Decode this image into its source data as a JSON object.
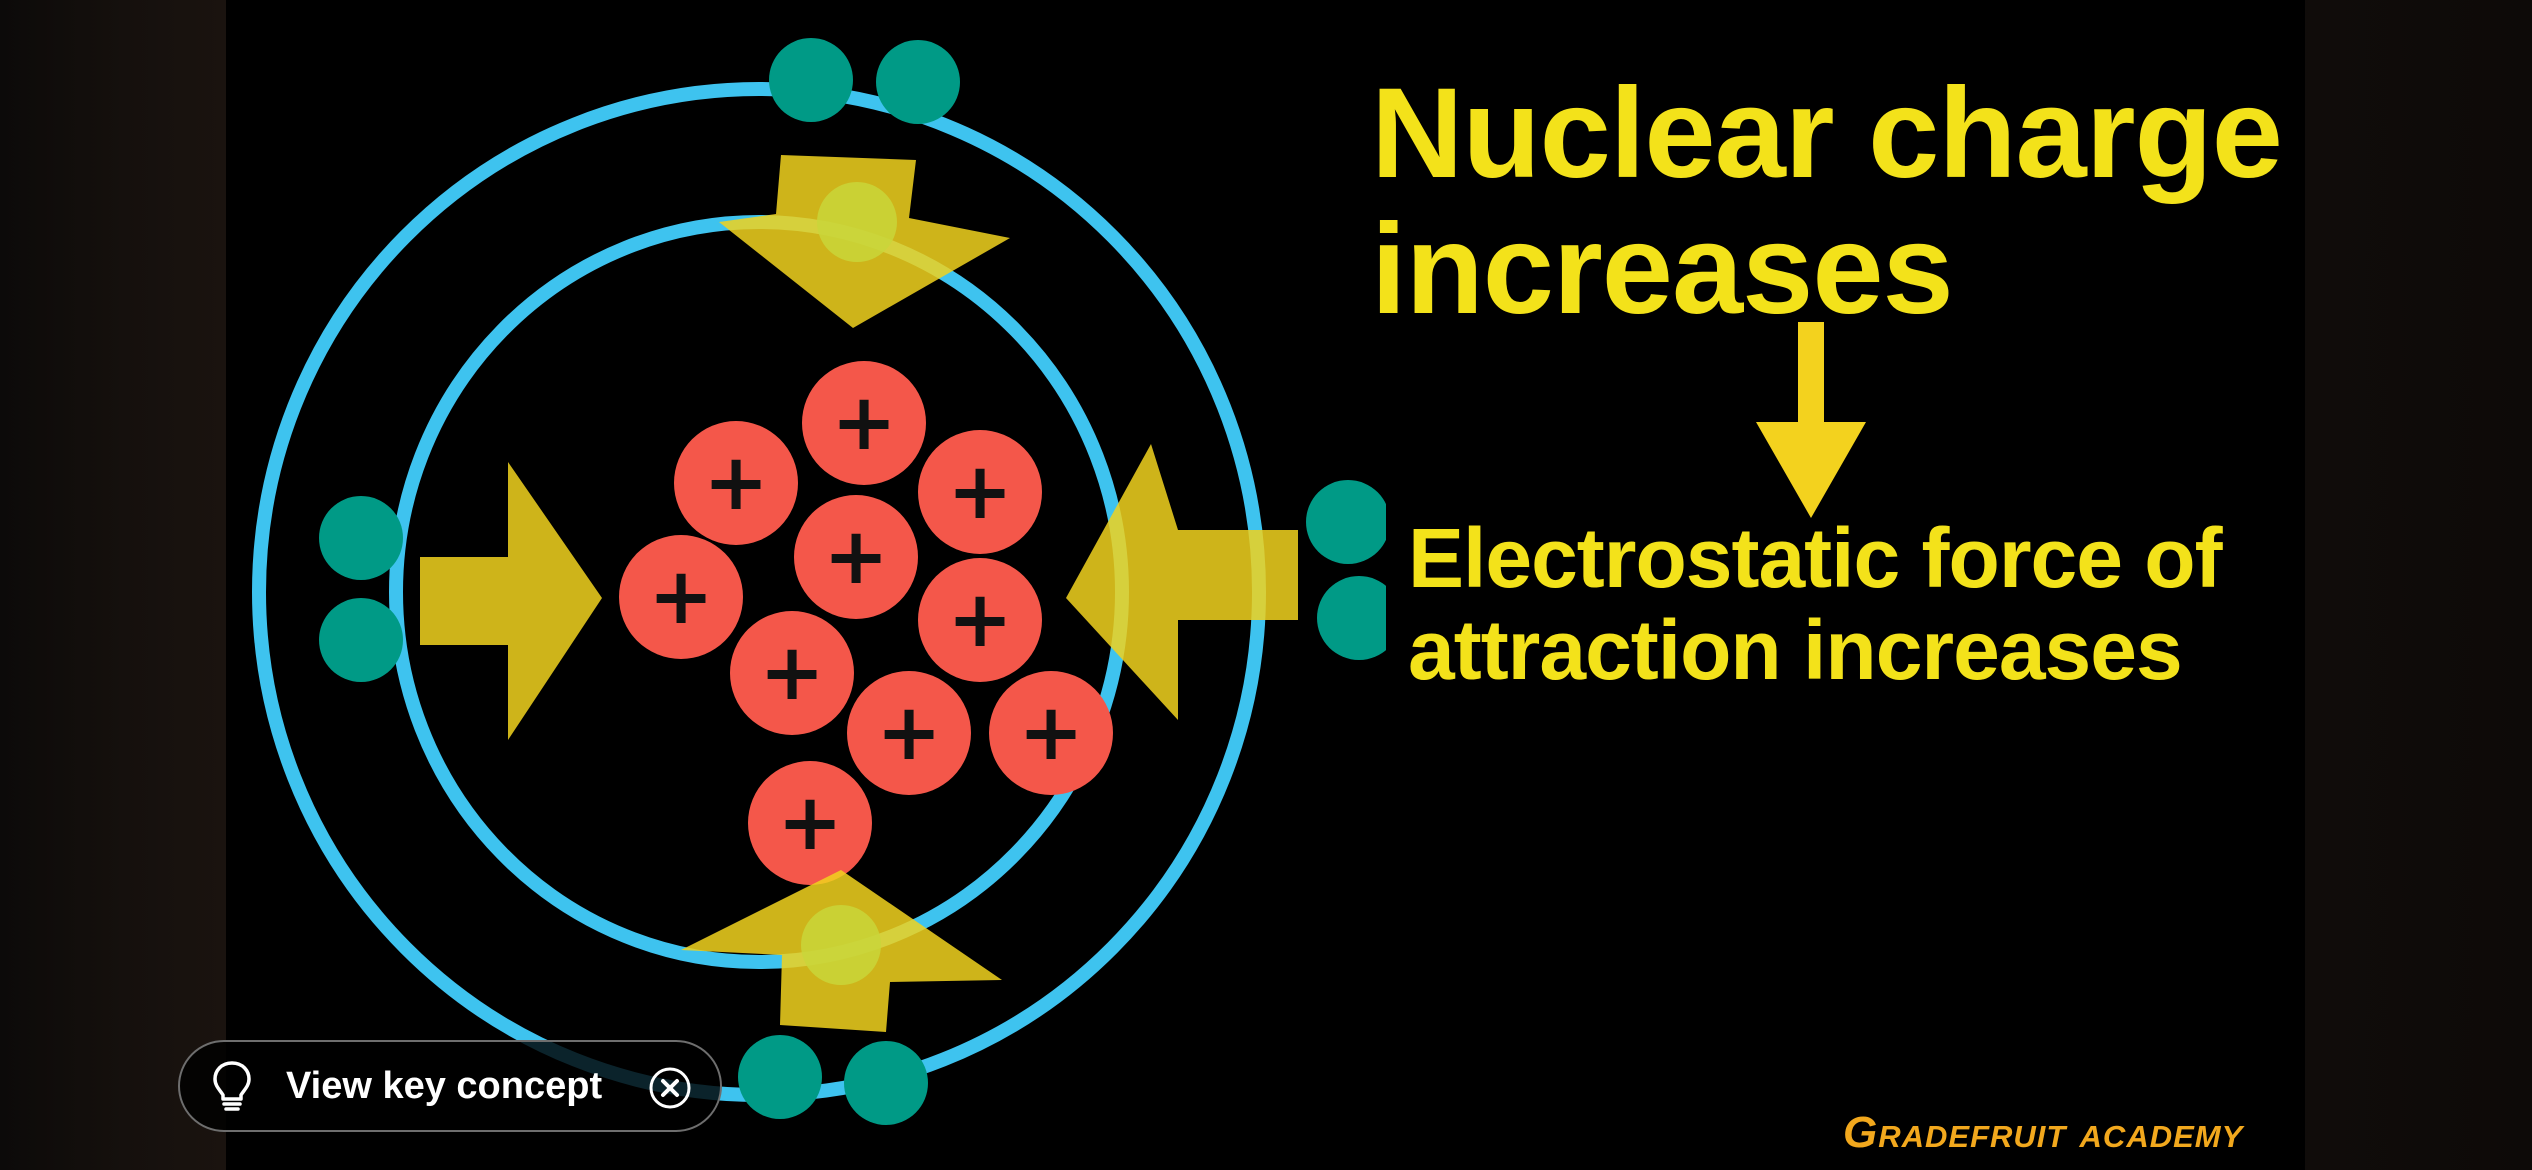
{
  "slide": {
    "headline_line1": "Nuclear charge",
    "headline_line2": "increases",
    "subline_line1": "Electrostatic force of",
    "subline_line2": "attraction increases",
    "brand": "Gradefruit academy",
    "nucleus_symbol": "+"
  },
  "overlay": {
    "key_concept_label": "View key concept",
    "bulb_icon": "lightbulb-icon",
    "close_icon": "close-icon"
  },
  "colors": {
    "shell": "#3ec3ef",
    "electron": "#009a86",
    "proton": "#f4574a",
    "arrow": "#f0d21e",
    "headline": "#f3e21a",
    "brand": "#f2a81d"
  }
}
